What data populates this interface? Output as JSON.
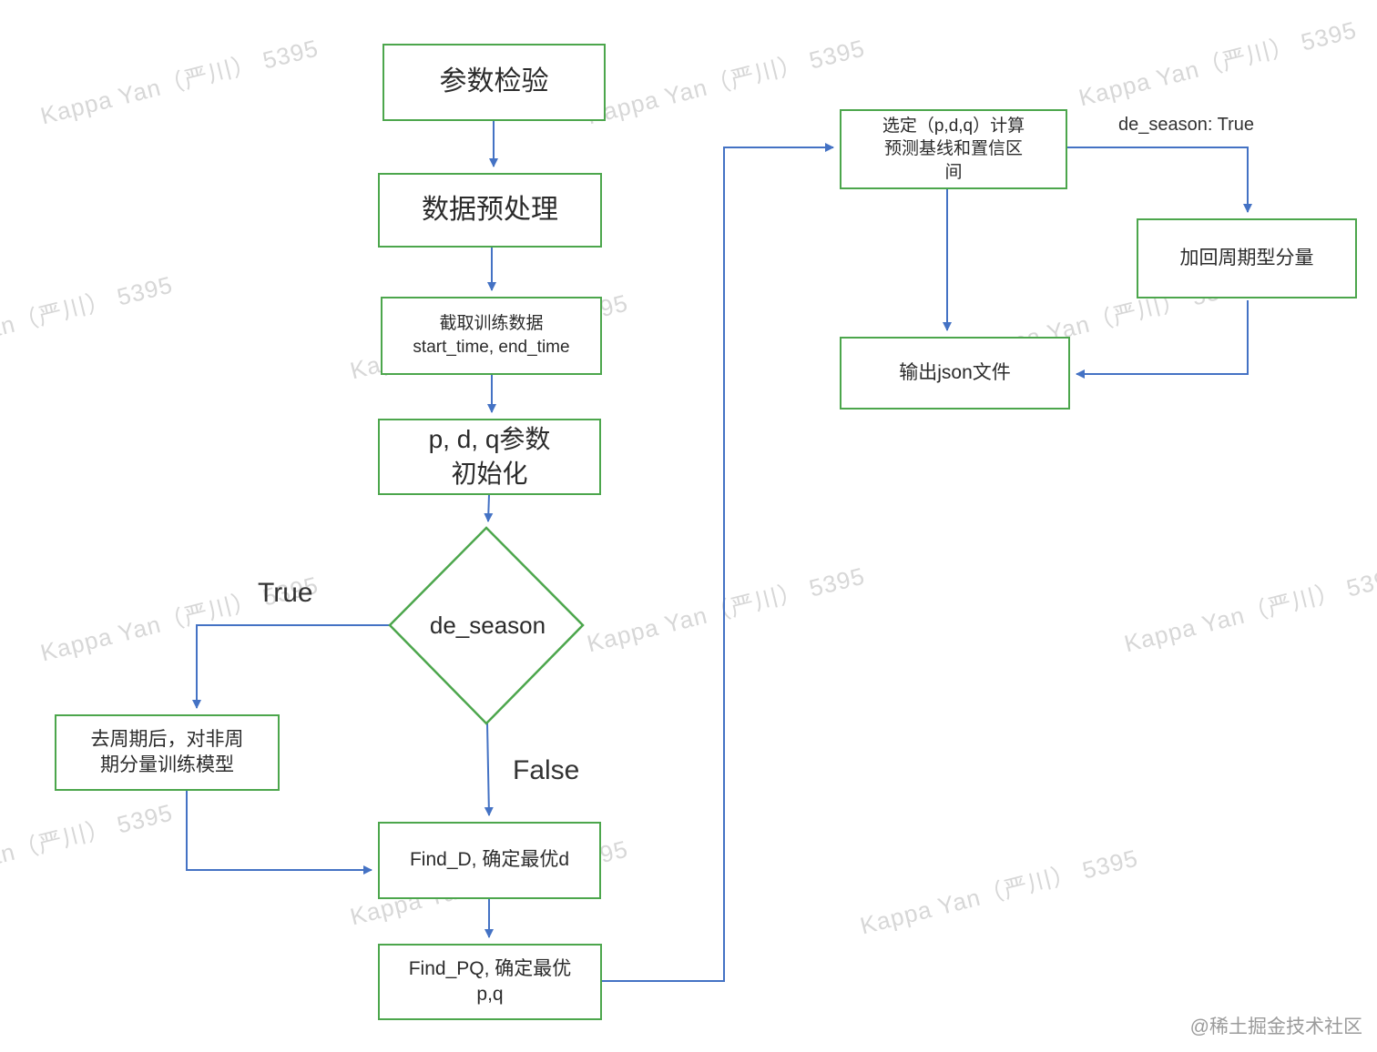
{
  "watermark": {
    "text": "Kappa Yan（严川） 5395"
  },
  "nodes": {
    "param_check": {
      "label": "参数检验"
    },
    "preprocess": {
      "label": "数据预处理"
    },
    "slice_data": {
      "label": "截取训练数据\nstart_time, end_time"
    },
    "pdq_init": {
      "label": "p, d, q参数\n初始化"
    },
    "de_season": {
      "label": "de_season"
    },
    "deseason_train": {
      "label": "去周期后，对非周\n期分量训练模型"
    },
    "find_d": {
      "label": "Find_D, 确定最优d"
    },
    "find_pq": {
      "label": "Find_PQ, 确定最优\np,q"
    },
    "select_pdq": {
      "label": "选定（p,d,q）计算\n预测基线和置信区\n间"
    },
    "add_season": {
      "label": "加回周期型分量"
    },
    "output_json": {
      "label": "输出json文件"
    }
  },
  "edge_labels": {
    "true_branch": "True",
    "false_branch": "False",
    "de_season_true": "de_season: True"
  },
  "footer": {
    "credit": "@稀土掘金技术社区"
  },
  "colors": {
    "box_border": "#4CA64C",
    "arrow": "#4472C4",
    "watermark": "#d7d7d7"
  }
}
